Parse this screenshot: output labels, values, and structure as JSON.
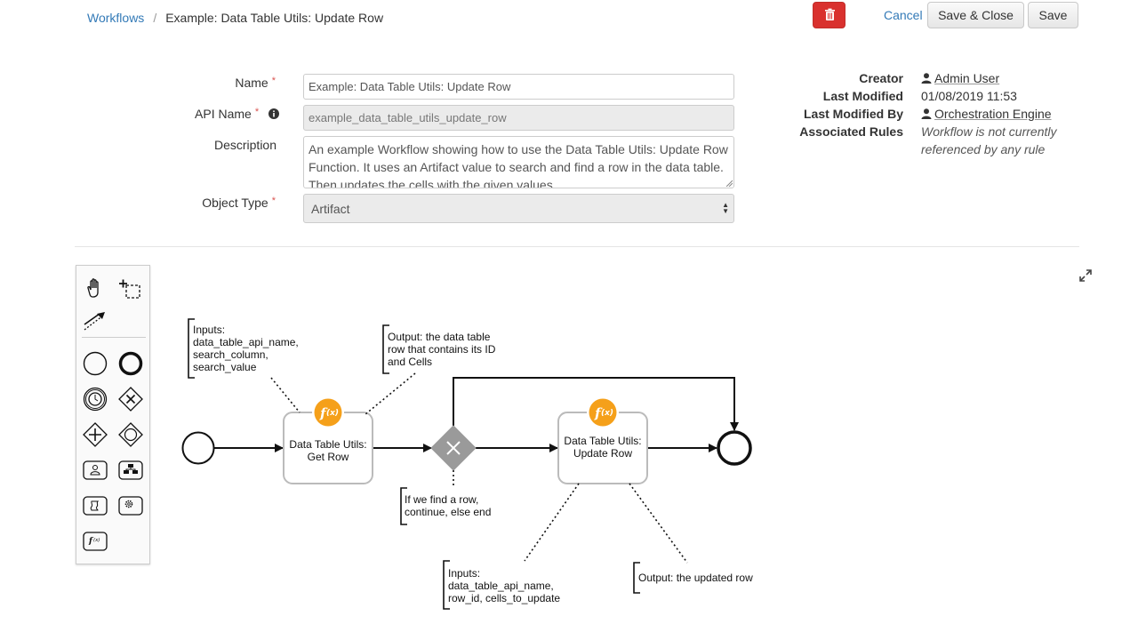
{
  "breadcrumb": {
    "root": "Workflows",
    "separator": "/",
    "current": "Example: Data Table Utils: Update Row"
  },
  "toolbar": {
    "delete_icon": "trash-icon",
    "cancel_label": "Cancel",
    "save_close_label": "Save & Close",
    "save_label": "Save"
  },
  "form": {
    "name_label": "Name",
    "name_value": "Example: Data Table Utils: Update Row",
    "apiname_label": "API Name",
    "apiname_value": "example_data_table_utils_update_row",
    "description_label": "Description",
    "description_value": "An example Workflow showing how to use the Data Table Utils: Update Row Function. It uses an Artifact value to search and find a row in the data table. Then updates the cells with the given values.",
    "objtype_label": "Object Type",
    "objtype_value": "Artifact",
    "required_mark": "*"
  },
  "meta": {
    "creator_label": "Creator",
    "creator_value": "Admin User",
    "modified_label": "Last Modified",
    "modified_value": "01/08/2019 11:53",
    "modified_by_label": "Last Modified By",
    "modified_by_value": "Orchestration Engine",
    "rules_label": "Associated Rules",
    "rules_value": "Workflow is not currently referenced by any rule"
  },
  "diagram": {
    "task1": "Data Table Utils: Get Row",
    "task2": "Data Table Utils: Update Row",
    "ann_inputs1": [
      "Inputs:",
      "data_table_api_name,",
      "search_column,",
      "search_value"
    ],
    "ann_output1": [
      "Output: the data table",
      "row that contains its ID",
      "and Cells"
    ],
    "ann_gateway": [
      "If we find a row,",
      "continue, else end"
    ],
    "ann_inputs2": [
      "Inputs:",
      "data_table_api_name,",
      "row_id, cells_to_update"
    ],
    "ann_output2": [
      "Output: the updated row"
    ],
    "colors": {
      "function_badge": "#f5a01a",
      "gateway": "#999999",
      "delete": "#d9312e",
      "link": "#337ab7"
    }
  }
}
